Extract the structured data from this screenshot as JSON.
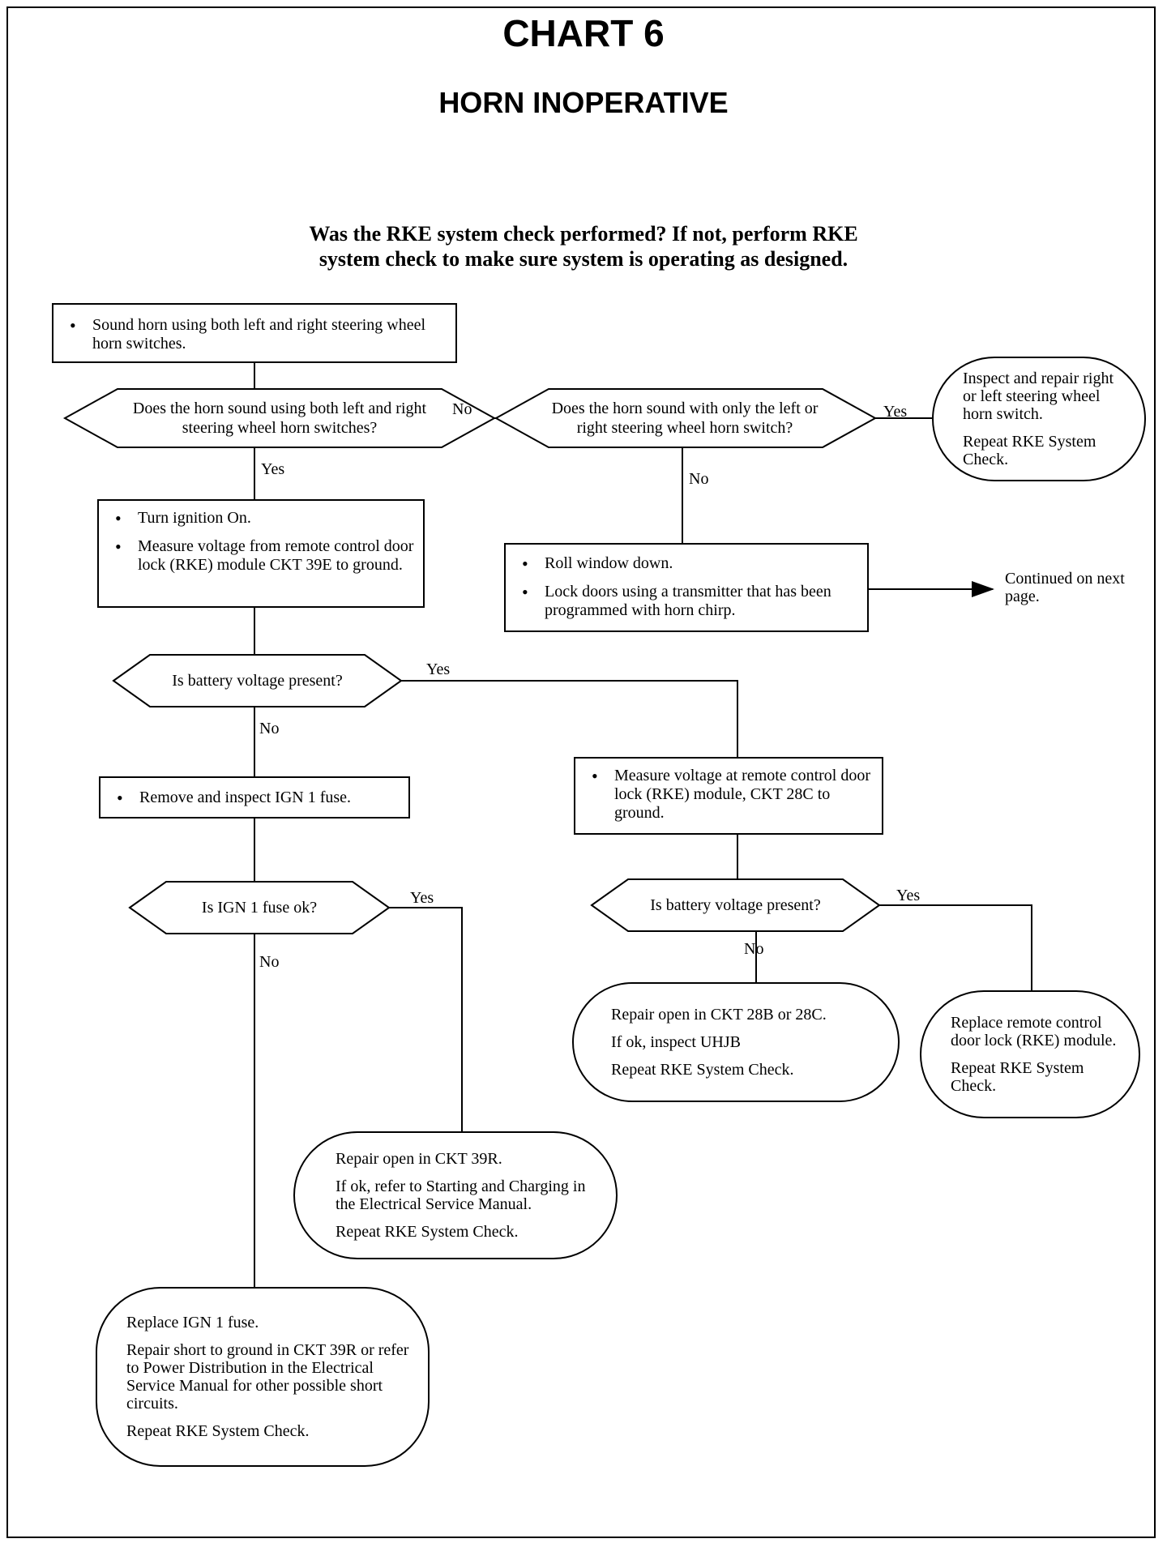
{
  "header": {
    "chart_number": "CHART 6",
    "title": "HORN INOPERATIVE"
  },
  "intro": {
    "line1": "Was the RKE system check performed? If not, perform RKE",
    "line2": "system check to make sure system is operating as designed."
  },
  "steps": {
    "sound_horn": {
      "b1": "Sound horn using both left and right steering wheel horn switches."
    },
    "ignition": {
      "b1": "Turn ignition On.",
      "b2": "Measure voltage from remote control door lock (RKE) module CKT 39E to ground."
    },
    "roll_window": {
      "b1": "Roll window down.",
      "b2": "Lock doors using a transmitter that has been programmed with horn chirp."
    },
    "remove_fuse": {
      "b1": "Remove and inspect IGN 1 fuse."
    },
    "measure_28c": {
      "b1": "Measure voltage at remote control door lock (RKE) module, CKT 28C to ground."
    }
  },
  "decisions": {
    "both_switches": "Does the horn sound using both left and right steering wheel horn switches?",
    "single_switch": "Does the horn sound with only the left or right steering wheel horn switch?",
    "battery_voltage_1": "Is battery voltage present?",
    "fuse_ok": "Is IGN 1 fuse ok?",
    "battery_voltage_2": "Is battery voltage present?"
  },
  "terminals": {
    "inspect_switch": {
      "p1": "Inspect and repair right or left steering wheel horn switch.",
      "p2": "Repeat RKE System Check."
    },
    "repair_28b": {
      "p1": "Repair open in CKT 28B or 28C.",
      "p2": "If ok, inspect UHJB",
      "p3": "Repeat RKE System Check."
    },
    "replace_module": {
      "p1": "Replace remote control door lock (RKE) module.",
      "p2": "Repeat RKE System Check."
    },
    "repair_39r": {
      "p1": "Repair open in CKT 39R.",
      "p2": "If ok, refer to Starting and Charging in the Electrical Service Manual.",
      "p3": "Repeat RKE System Check."
    },
    "replace_fuse": {
      "p1": "Replace IGN 1 fuse.",
      "p2": "Repair short to ground in CKT 39R or refer to Power Distribution in the Electrical Service Manual for other possible short circuits.",
      "p3": "Repeat RKE System Check."
    }
  },
  "continued": "Continued on next page.",
  "labels": {
    "yes": "Yes",
    "no": "No"
  }
}
